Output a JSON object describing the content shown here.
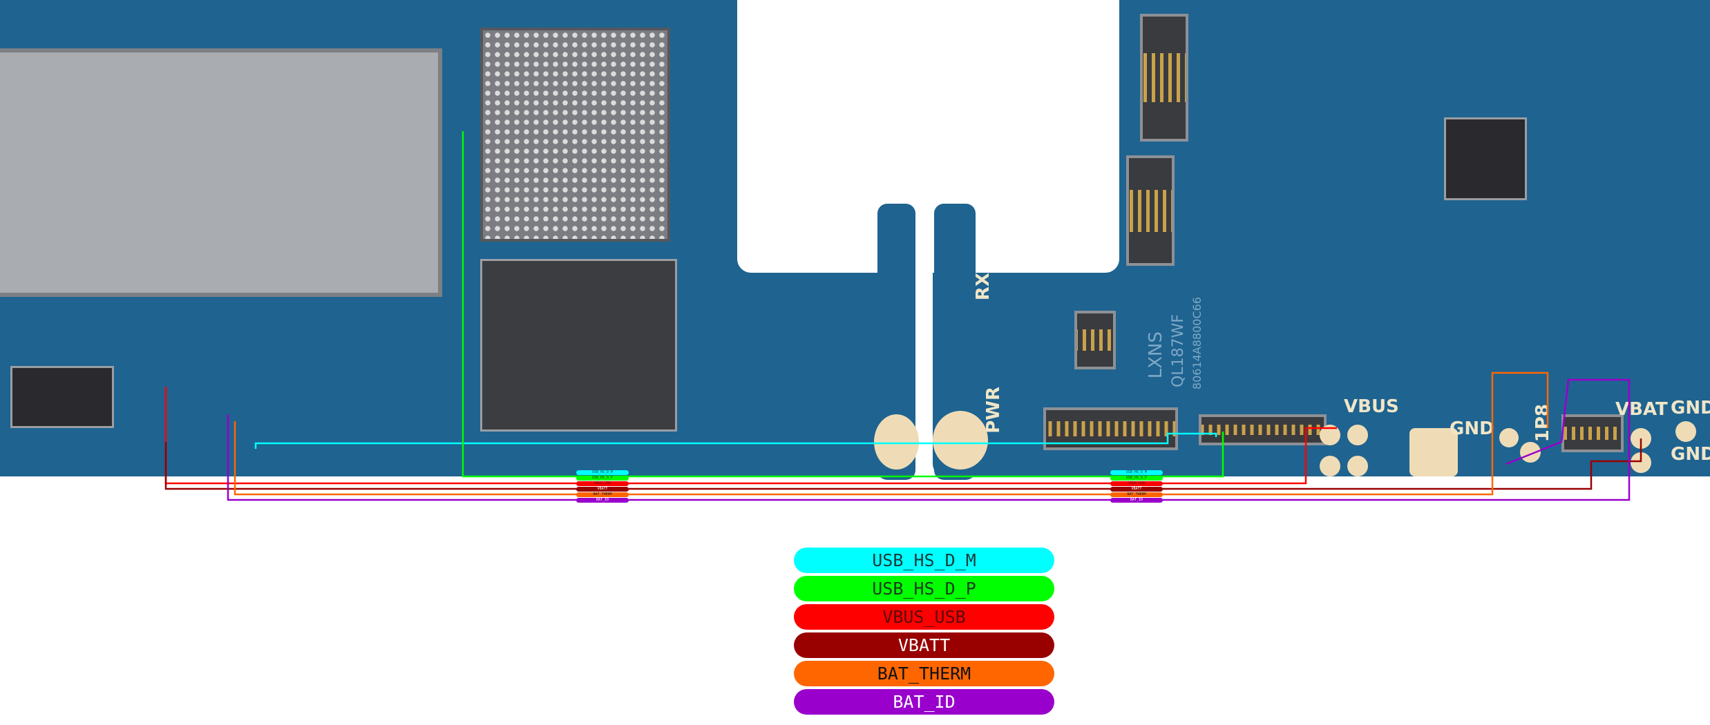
{
  "board_labels": {
    "vbus": "VBUS",
    "gnd1": "GND",
    "gnd2": "GND",
    "gnd3": "GND",
    "vbat": "VBAT",
    "v1p8": "1P8",
    "pwr": "PWR",
    "rx": "RX",
    "lxns": "LXNS",
    "ql": "QL187WF",
    "code": "80614A8800C66"
  },
  "nets": [
    {
      "name": "USB_HS_D_M",
      "color": "#00ffff",
      "text_color": "#1a3a3a"
    },
    {
      "name": "USB_HS_D_P",
      "color": "#00ff00",
      "text_color": "#1a3a1a"
    },
    {
      "name": "VBUS_USB",
      "color": "#ff0000",
      "text_color": "#5a0a0a"
    },
    {
      "name": "VBATT",
      "color": "#990000",
      "text_color": "#ffffff"
    },
    {
      "name": "BAT_THERM",
      "color": "#ff6600",
      "text_color": "#111111"
    },
    {
      "name": "BAT_ID",
      "color": "#9900cc",
      "text_color": "#ffffff"
    }
  ]
}
